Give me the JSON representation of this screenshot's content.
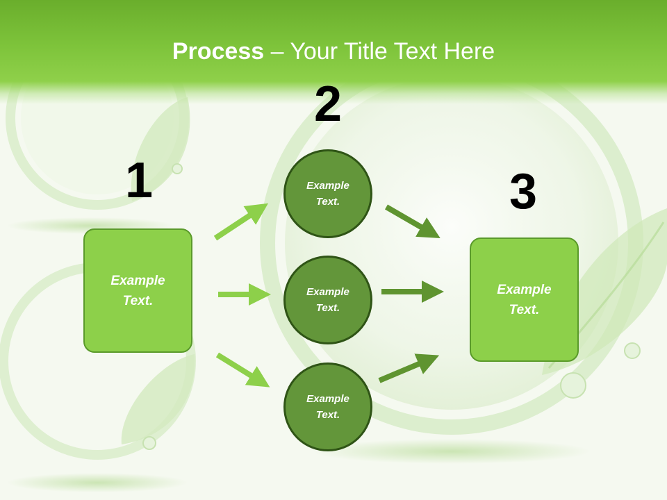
{
  "title": {
    "bold": "Process",
    "rest": " – Your Title Text Here"
  },
  "steps": [
    {
      "number": "1",
      "label": "Example\nText."
    },
    {
      "number": "2",
      "label": "Example\nText."
    },
    {
      "number": "3",
      "label": "Example\nText."
    }
  ],
  "middle_nodes": [
    {
      "label": "Example\nText."
    },
    {
      "label": "Example\nText."
    },
    {
      "label": "Example\nText."
    }
  ],
  "colors": {
    "header": "#7ec43b",
    "box_fill": "#8dd04a",
    "circle_fill": "#63963a",
    "arrow_light": "#8dd04a",
    "arrow_dark": "#5f9430"
  }
}
